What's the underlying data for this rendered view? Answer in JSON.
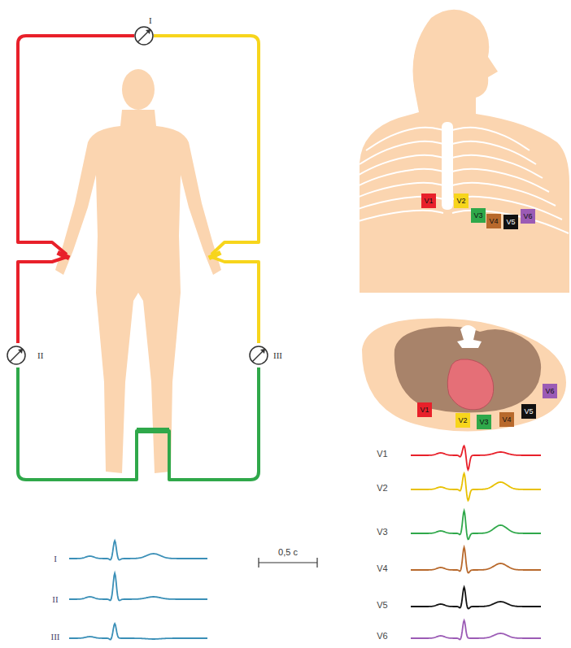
{
  "diagram": {
    "nodes": [
      {
        "text": [
          "I"
        ]
      },
      {
        "text": [
          "II"
        ]
      },
      {
        "text": [
          "III"
        ]
      },
      {
        "text": [
          "V1"
        ]
      },
      {
        "text": [
          "V2"
        ]
      },
      {
        "text": [
          "V3"
        ]
      },
      {
        "text": [
          "V4"
        ]
      },
      {
        "text": [
          "V5"
        ]
      },
      {
        "text": [
          "V6"
        ]
      },
      {
        "text": [
          "V1"
        ]
      },
      {
        "text": [
          "V2"
        ]
      },
      {
        "text": [
          "V3"
        ]
      },
      {
        "text": [
          "V4"
        ]
      },
      {
        "text": [
          "V5"
        ]
      },
      {
        "text": [
          "V6"
        ]
      }
    ],
    "labels": [
      "I",
      "II",
      "III",
      "0,5 c",
      "V1",
      "V2",
      "V3",
      "V4",
      "V5",
      "V6"
    ]
  }
}
